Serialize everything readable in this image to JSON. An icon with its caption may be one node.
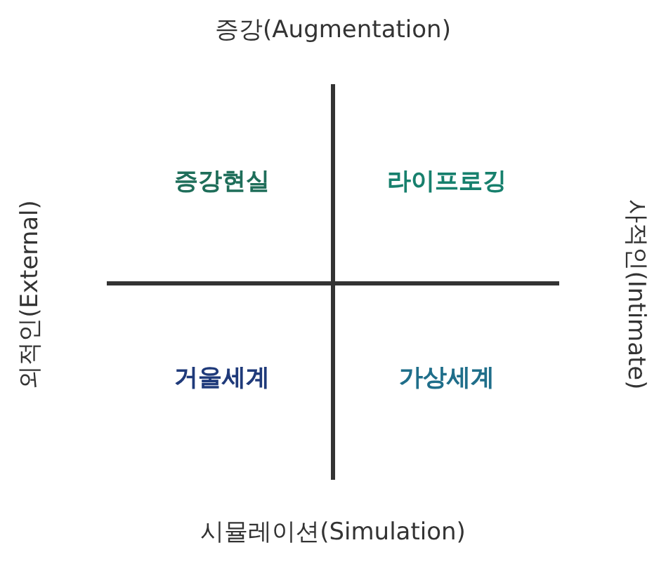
{
  "diagram": {
    "labels": [
      "증강(Augmentation)",
      "외적인(External)",
      "증강현실",
      "라이프로깅",
      "사적인(Intimate)",
      "거울세계",
      "가상세계",
      "시뮬레이션(Simulation)"
    ]
  }
}
